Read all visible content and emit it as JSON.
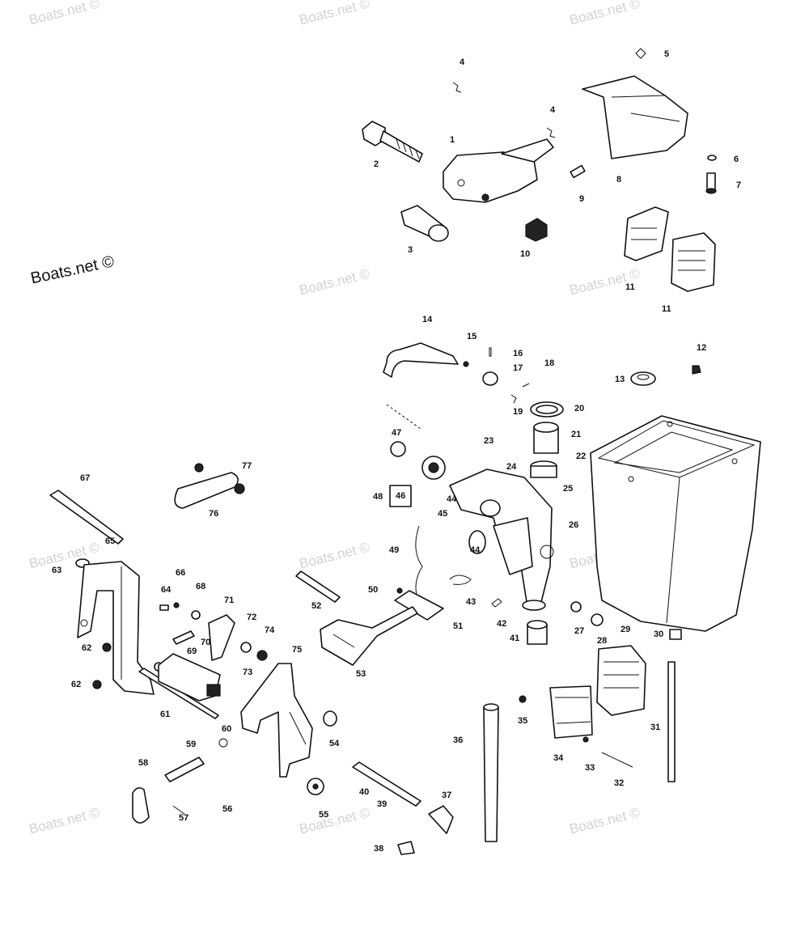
{
  "watermarks": [
    "Boats.net ©",
    "Boats.net ©",
    "Boats.net ©",
    "Boats.net ©",
    "Boats.net ©",
    "Boats.net ©",
    "Boats.net ©",
    "Boats.net ©",
    "Boats.net ©",
    "Boats.net ©",
    "Boats.net ©"
  ],
  "main_watermark": "Boats.net ©",
  "part_labels": [
    "1",
    "2",
    "3",
    "4",
    "4",
    "5",
    "6",
    "7",
    "8",
    "9",
    "10",
    "11",
    "11",
    "12",
    "13",
    "14",
    "15",
    "16",
    "17",
    "18",
    "19",
    "20",
    "21",
    "22",
    "23",
    "24",
    "25",
    "26",
    "27",
    "28",
    "29",
    "30",
    "31",
    "32",
    "33",
    "34",
    "35",
    "36",
    "37",
    "38",
    "39",
    "40",
    "41",
    "42",
    "43",
    "44",
    "44",
    "45",
    "46",
    "47",
    "48",
    "49",
    "50",
    "51",
    "52",
    "53",
    "54",
    "55",
    "56",
    "57",
    "58",
    "59",
    "60",
    "61",
    "62",
    "62",
    "63",
    "64",
    "65",
    "66",
    "67",
    "68",
    "69",
    "70",
    "71",
    "72",
    "73",
    "74",
    "75",
    "76",
    "77"
  ]
}
